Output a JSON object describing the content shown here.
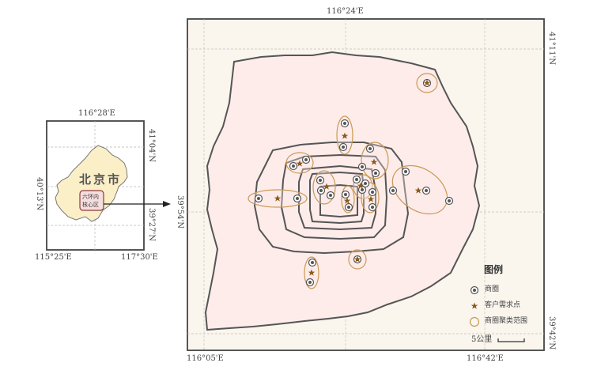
{
  "inset": {
    "city_name": "北京市",
    "highlight_label_line1": "六环内",
    "highlight_label_line2": "核心区",
    "coords": {
      "top": "116°28'E",
      "bottom_left": "115°25'E",
      "bottom_right": "117°30'E",
      "left": "40°13'N",
      "right_top": "41°04'N",
      "right_bottom": "39°27'N"
    }
  },
  "main_map": {
    "coords": {
      "top": "116°24'E",
      "bottom_left": "116°05'E",
      "bottom_right": "116°42'E",
      "left": "39°54'N",
      "right_top": "41°11'N",
      "right_bottom": "39°42'N"
    }
  },
  "legend": {
    "title": "图例",
    "items": [
      {
        "label": "商圈",
        "icon": "business-district-icon"
      },
      {
        "label": "客户需求点",
        "icon": "star-icon"
      },
      {
        "label": "商圈聚类范围",
        "icon": "cluster-range-icon"
      }
    ]
  },
  "scale_bar": {
    "label": "5公里"
  },
  "colors": {
    "frame_bg": "#faf6ee",
    "region_fill": "#fdecea",
    "ring": "#555555",
    "cluster": "#c99a55",
    "star": "#8b5a1b",
    "inset_land": "#fbefc8"
  }
}
